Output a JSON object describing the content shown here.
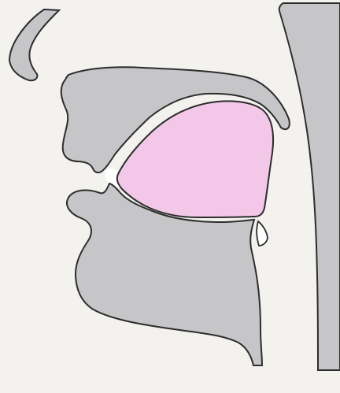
{
  "colors": {
    "paper": "#f3f2ef",
    "gray_fill": "#c6c6c8",
    "tongue_fill": "#f2c7e7",
    "outline": "#2d2d2d",
    "highlight": "#ffffff"
  },
  "parts": [
    {
      "name": "nasal-bridge",
      "fill": "gray_fill"
    },
    {
      "name": "upper-lip-and-palate",
      "fill": "gray_fill"
    },
    {
      "name": "tongue",
      "fill": "tongue_fill"
    },
    {
      "name": "lower-lip-and-jaw",
      "fill": "gray_fill"
    },
    {
      "name": "pharyngeal-wall",
      "fill": "gray_fill"
    }
  ]
}
